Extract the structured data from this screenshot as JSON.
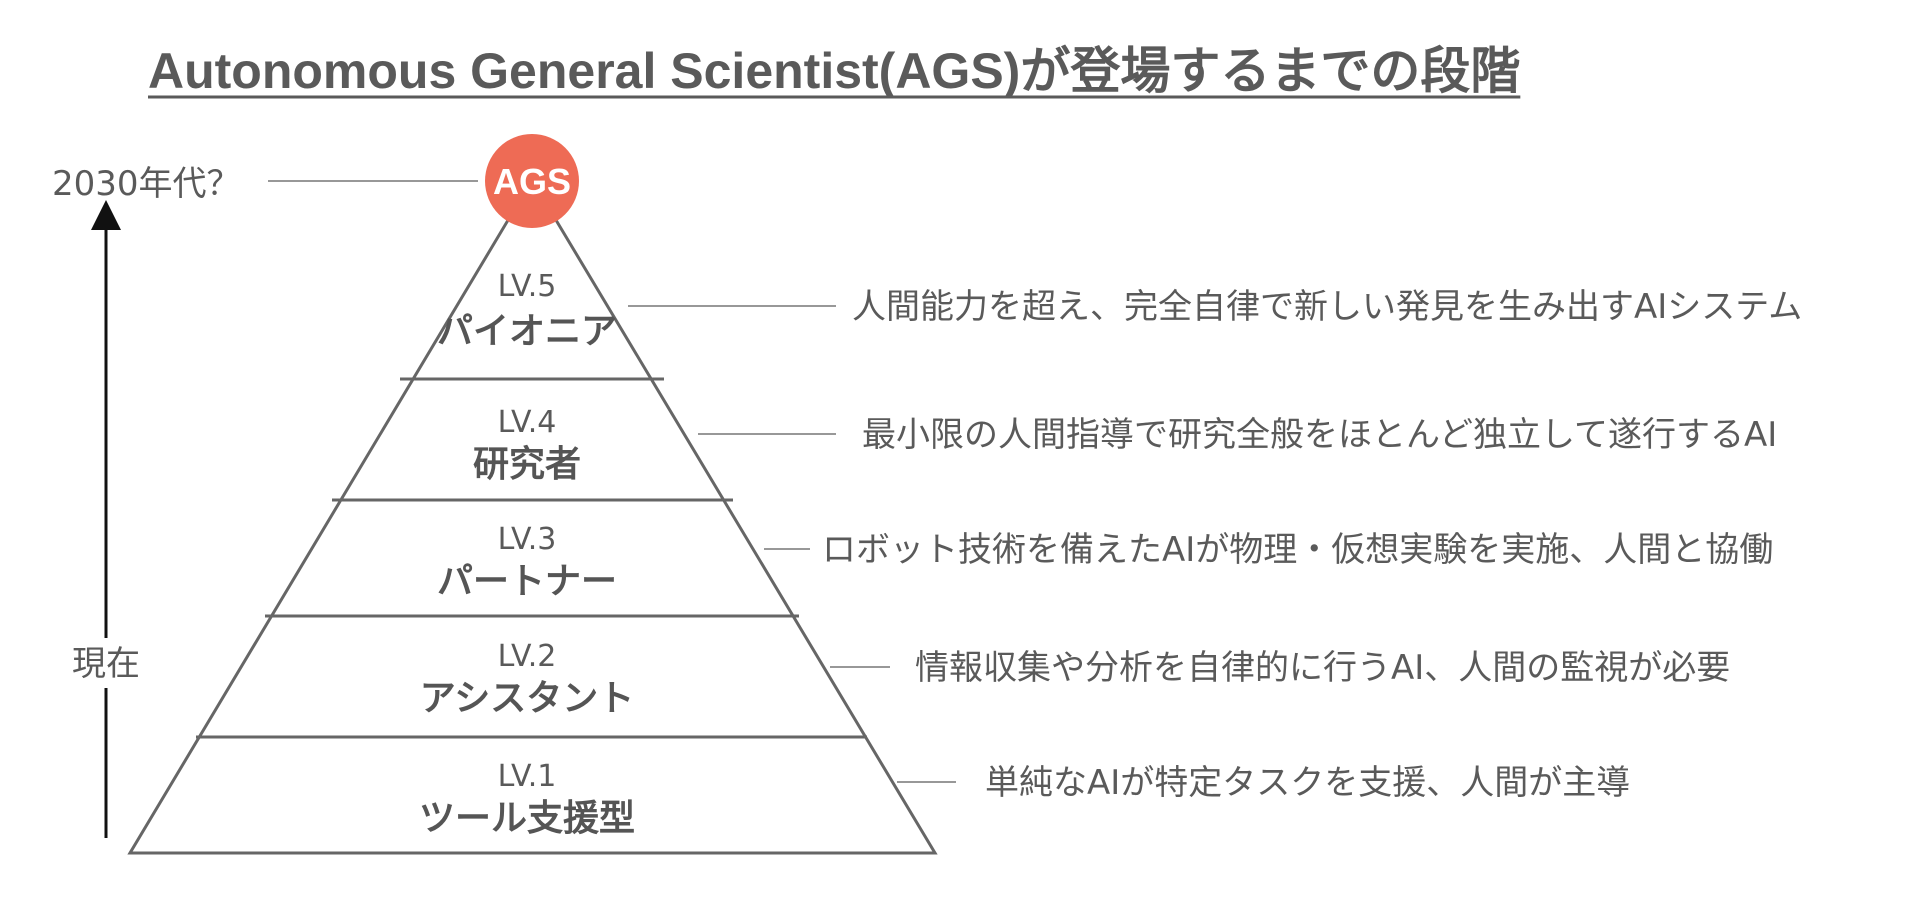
{
  "title": "Autonomous General Scientist(AGS)が登場するまでの段階",
  "timeline": {
    "future_label": "2030年代？",
    "present_label": "現在"
  },
  "apex": {
    "label": "AGS",
    "color": "#ee6b55"
  },
  "levels": [
    {
      "level": "LV.5",
      "name": "パイオニア",
      "description": "人間能力を超え、完全自律で新しい発見を生み出すAIシステム"
    },
    {
      "level": "LV.4",
      "name": "研究者",
      "description": "最小限の人間指導で研究全般をほとんど独立して遂行するAI"
    },
    {
      "level": "LV.3",
      "name": "パートナー",
      "description": "ロボット技術を備えたAIが物理・仮想実験を実施、人間と協働"
    },
    {
      "level": "LV.2",
      "name": "アシスタント",
      "description": "情報収集や分析を自律的に行うAI、人間の監視が必要"
    },
    {
      "level": "LV.1",
      "name": "ツール支援型",
      "description": "単純なAIが特定タスクを支援、人間が主導"
    }
  ]
}
